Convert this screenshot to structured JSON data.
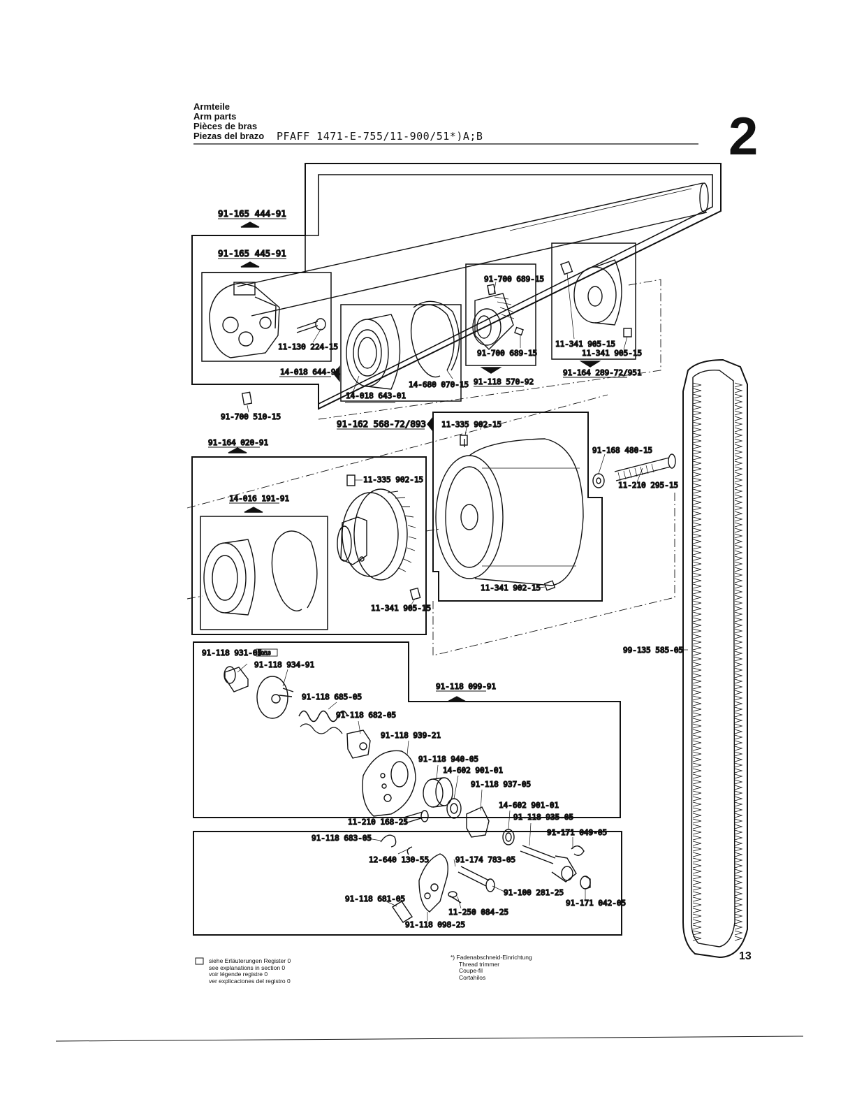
{
  "header": {
    "title_de": "Armteile",
    "title_en": "Arm parts",
    "title_fr": "Pièces de bras",
    "title_es": "Piezas del brazo",
    "model": "PFAFF 1471-E-755/11-900/51*)A;B",
    "section": "2"
  },
  "page_number": "13",
  "footer": {
    "legend": [
      "siehe Erläuterungen Register 0",
      "see explanations in section 0",
      "voir légende registre 0",
      "ver explicaciones del registro 0"
    ],
    "note_mark": "*)",
    "note": [
      "Fadenabschneid-Einrichtung",
      "Thread trimmer",
      "Coupe-fil",
      "Cortahilos"
    ]
  },
  "parts": {
    "asm_91165444": "91-165 444-91",
    "asm_91165445": "91-165 445-91",
    "p_91700689a": "91-700 689-15",
    "p_91700689b": "91-700 689-15",
    "p_11130224": "11-130 224-15",
    "p_14018644": "14-018 644-91",
    "p_14018643": "14-018 643-01",
    "p_14680070": "14-680 070-15",
    "asm_91118570": "91-118 570-92",
    "p_11341905a": "11-341 905-15",
    "p_11341905b": "11-341 905-15",
    "asm_91164289": "91-164 289-72/951",
    "p_91700510": "91-700 510-15",
    "asm_91162568": "91-162 568-72/893",
    "p_11335902a": "11-335 902-15",
    "p_91168480": "91-168 480-15",
    "p_11210295": "11-210 295-15",
    "asm_91164020": "91-164 020-91",
    "p_11335902b": "11-335 902-15",
    "asm_14016191": "14-016 191-91",
    "p_11341902": "11-341 902-15",
    "p_11341905c": "11-341 905-15",
    "p_99135585": "99-135 585-05",
    "p_91118931": "91-118 931-05",
    "p_91118931_tag": "40/13",
    "p_91118934": "91-118 934-91",
    "p_91118685": "91-118 685-05",
    "asm_91118099": "91-118 099-91",
    "p_91118682": "91-118 682-05",
    "p_91118939": "91-118 939-21",
    "p_91118940": "91-118 940-05",
    "p_14602901a": "14-602 901-01",
    "p_91118937": "91-118 937-05",
    "p_14602901b": "14-602 901-01",
    "p_91118935": "91-118 935-05",
    "p_11210168": "11-210 168-25",
    "p_91171049": "91-171 049-05",
    "p_91118683": "91-118 683-05",
    "p_12640130": "12-640 130-55",
    "p_91174783": "91-174 783-05",
    "p_91100281": "91-100 281-25",
    "p_91171042": "91-171 042-05",
    "p_91118681": "91-118 681-05",
    "p_11250084": "11-250 084-25",
    "p_91118098": "91-118 098-25"
  }
}
